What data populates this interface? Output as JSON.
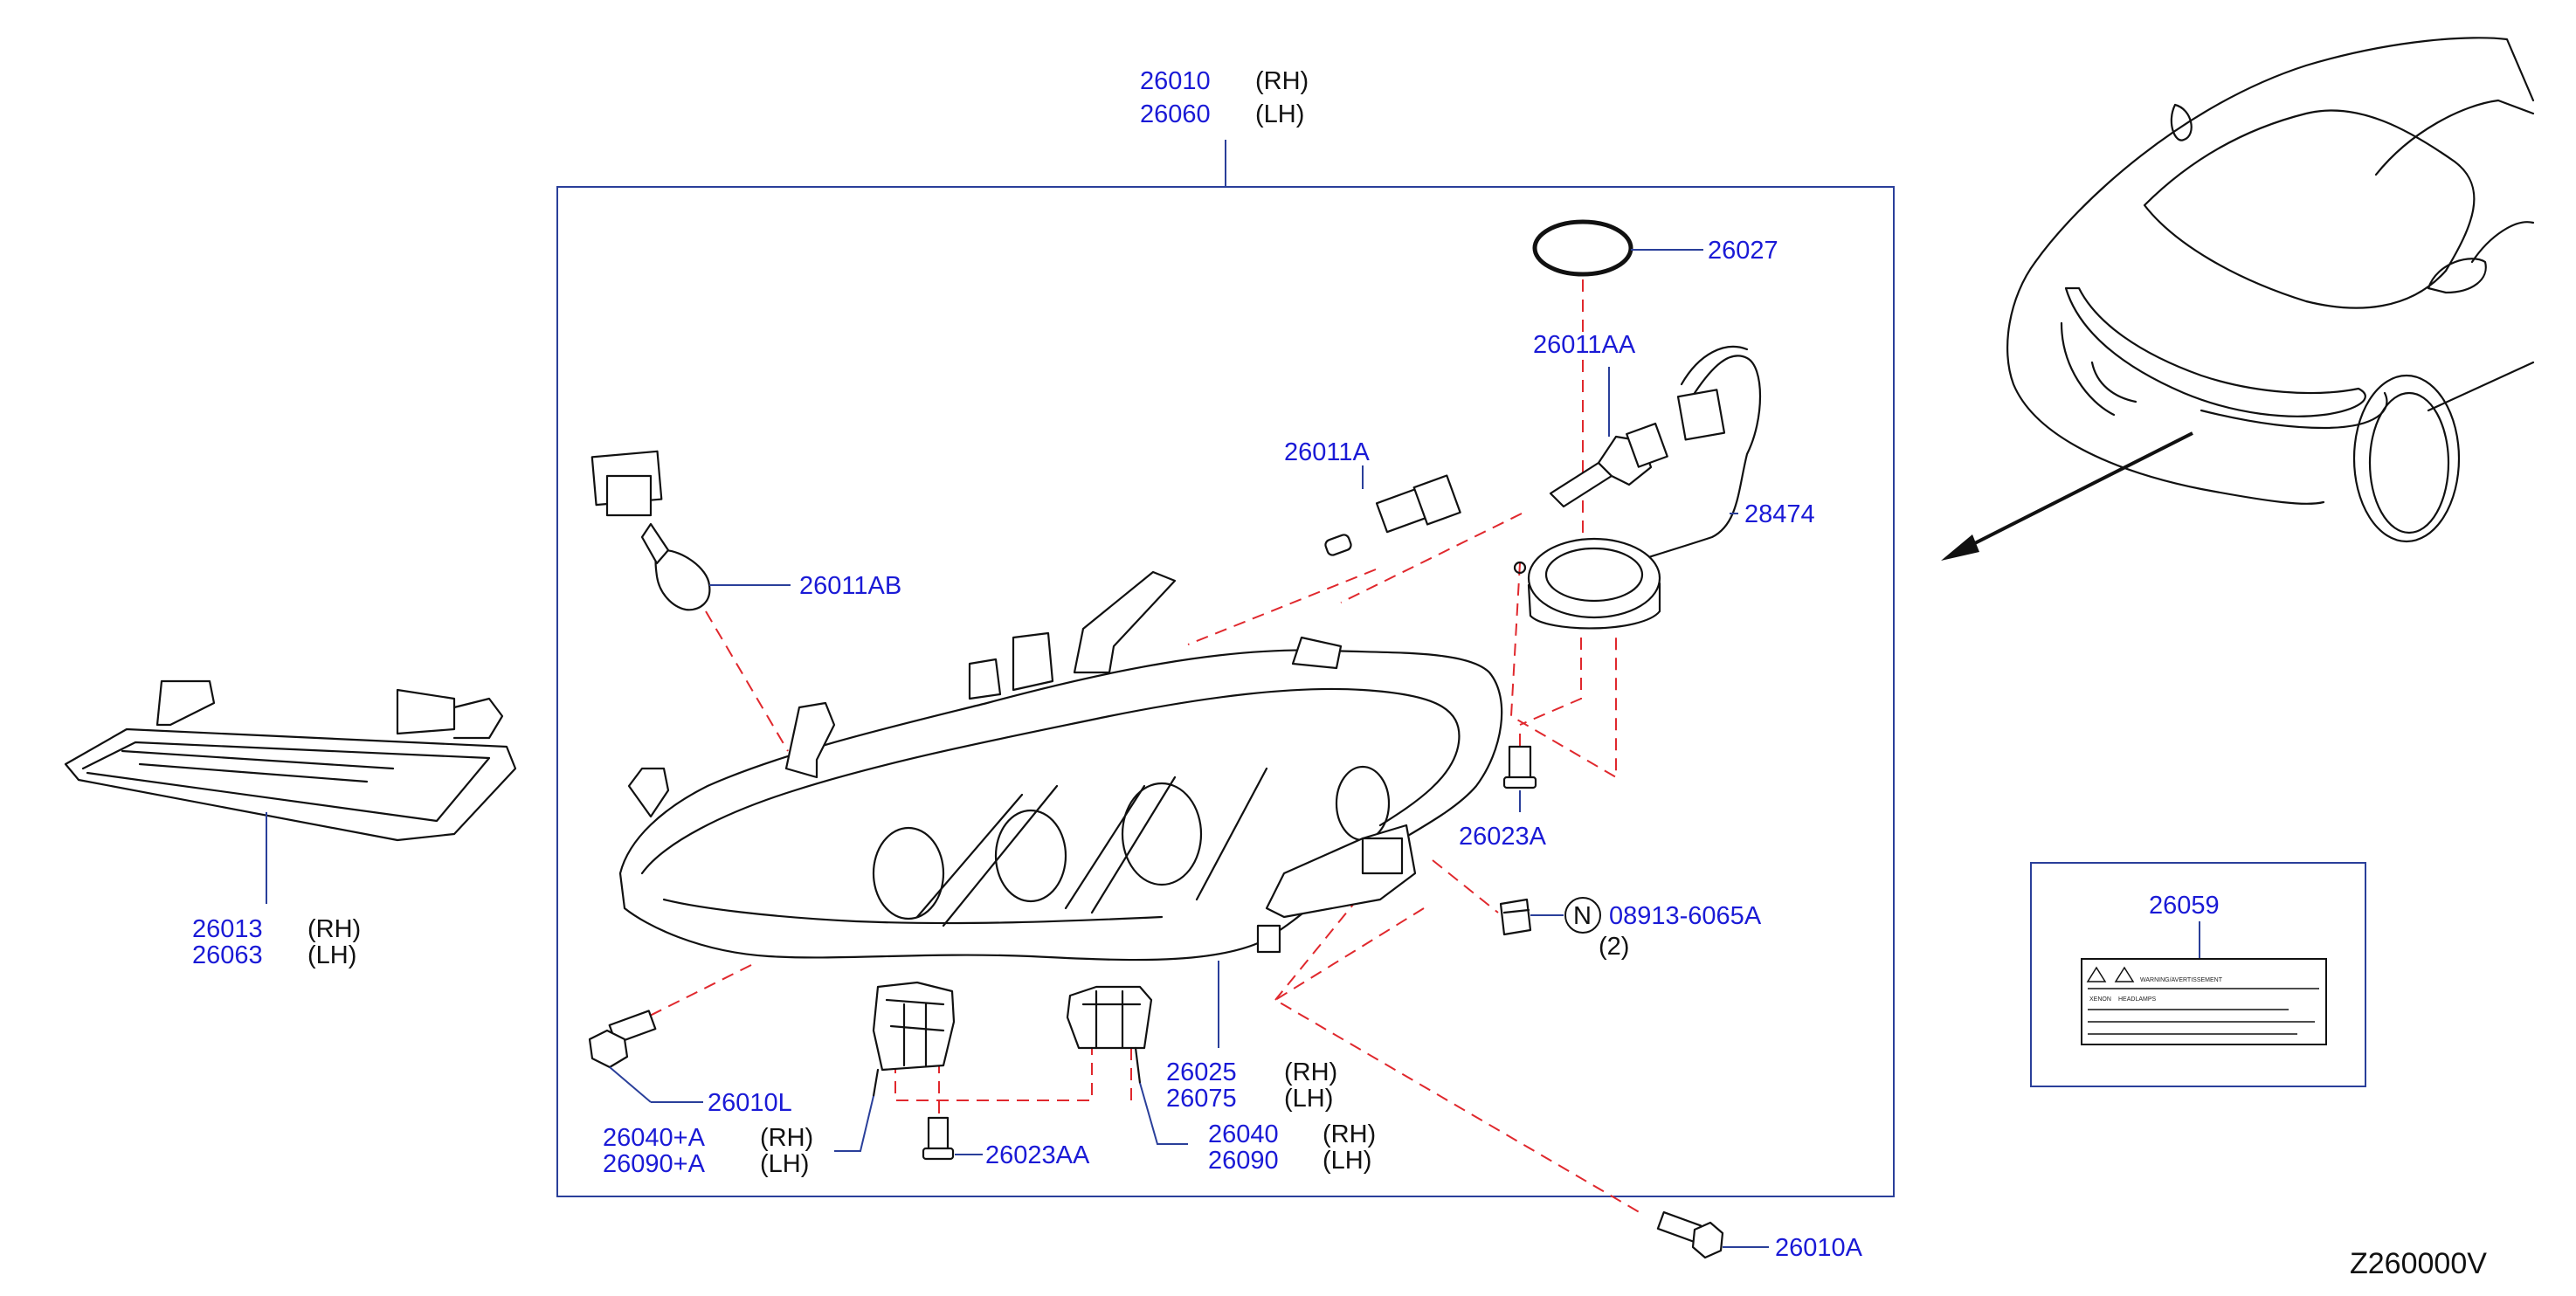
{
  "diagram_id": "Z260000V",
  "callouts": {
    "headlamp_assy": {
      "rh": "26010",
      "lh": "26060",
      "rh_side": "(RH)",
      "lh_side": "(LH)"
    },
    "o_ring": "26027",
    "bulb_26011aa": "26011AA",
    "bulb_26011a": "26011A",
    "harness": "28474",
    "bulb_26011ab": "26011AB",
    "side_lamp": {
      "rh": "26013",
      "lh": "26063",
      "rh_side": "(RH)",
      "lh_side": "(LH)"
    },
    "screw_26023a": "26023A",
    "clip": {
      "code": "08913-6065A",
      "qty": "(2)",
      "badge": "N"
    },
    "label": "26059",
    "bolt_26010l": "26010L",
    "bracket_26025": {
      "rh": "26025",
      "lh": "26075",
      "rh_side": "(RH)",
      "lh_side": "(LH)"
    },
    "bracket_26040a": {
      "rh": "26040+A",
      "lh": "26090+A",
      "rh_side": "(RH)",
      "lh_side": "(LH)"
    },
    "screw_26023aa": "26023AA",
    "bracket_26040": {
      "rh": "26040",
      "lh": "26090",
      "rh_side": "(RH)",
      "lh_side": "(LH)"
    },
    "bolt_26010a": "26010A"
  },
  "label_card": {
    "line1": "WARNING/AVERTISSEMENT",
    "line2a": "XENON",
    "line2b": "HEADLAMPS"
  },
  "colors": {
    "part_number": "#1a1ad6",
    "leader": "#2a3f9a",
    "dash": "#e0282d",
    "ink": "#111111"
  }
}
